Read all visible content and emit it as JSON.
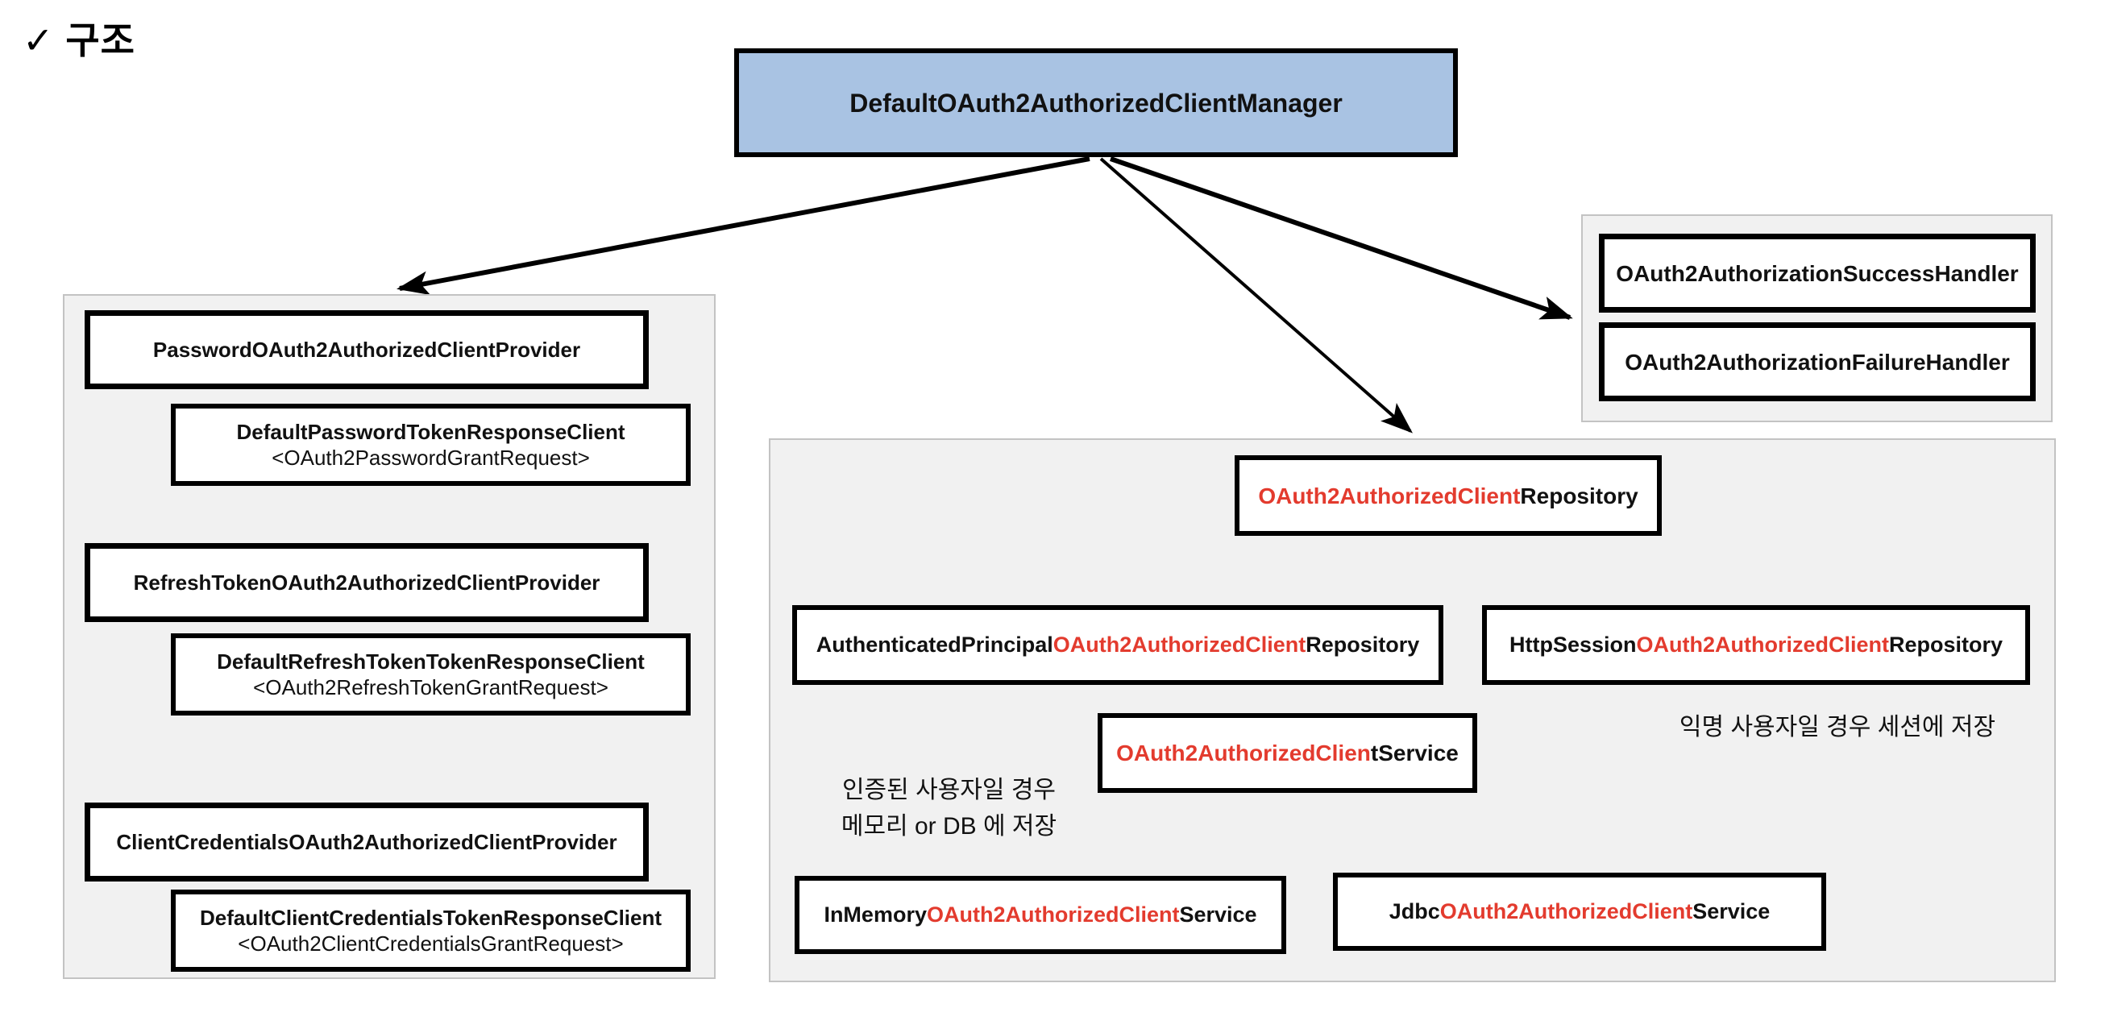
{
  "title": "✓ 구조",
  "colors": {
    "accent_red": "#e33b2e",
    "root_box_blue": "#a9c3e3",
    "panel_gray": "#f1f1f1",
    "box_border": "#000000"
  },
  "root": {
    "label": "DefaultOAuth2AuthorizedClientManager"
  },
  "providers_panel": {
    "groups": [
      {
        "provider": "PasswordOAuth2AuthorizedClientProvider",
        "client": "DefaultPasswordTokenResponseClient",
        "generic": "<OAuth2PasswordGrantRequest>"
      },
      {
        "provider": "RefreshTokenOAuth2AuthorizedClientProvider",
        "client": "DefaultRefreshTokenTokenResponseClient",
        "generic": "<OAuth2RefreshTokenGrantRequest>"
      },
      {
        "provider": "ClientCredentialsOAuth2AuthorizedClientProvider",
        "client": "DefaultClientCredentialsTokenResponseClient",
        "generic": "<OAuth2ClientCredentialsGrantRequest>"
      }
    ]
  },
  "handlers_panel": {
    "success": "OAuth2AuthorizationSuccessHandler",
    "failure": "OAuth2AuthorizationFailureHandler"
  },
  "storage_panel": {
    "repository": {
      "red": "OAuth2AuthorizedClient",
      "black2": "Repository"
    },
    "auth_principal": {
      "black1": "AuthenticatedPrincipal",
      "red": "OAuth2AuthorizedClient",
      "black2": "Repository"
    },
    "http_session": {
      "black1": "HttpSession",
      "red": "OAuth2AuthorizedClient",
      "black2": "Repository"
    },
    "service": {
      "red": "OAuth2AuthorizedClien",
      "black2": "tService"
    },
    "in_memory": {
      "black1": "InMemory",
      "red": "OAuth2AuthorizedClient",
      "black2": "Service"
    },
    "jdbc": {
      "black1": "Jdbc",
      "red": "OAuth2AuthorizedClient",
      "black2": "Service"
    },
    "note_authenticated_line1": "인증된 사용자일 경우",
    "note_authenticated_line2": "메모리 or DB 에 저장",
    "note_anonymous": "익명 사용자일 경우 세션에 저장"
  }
}
